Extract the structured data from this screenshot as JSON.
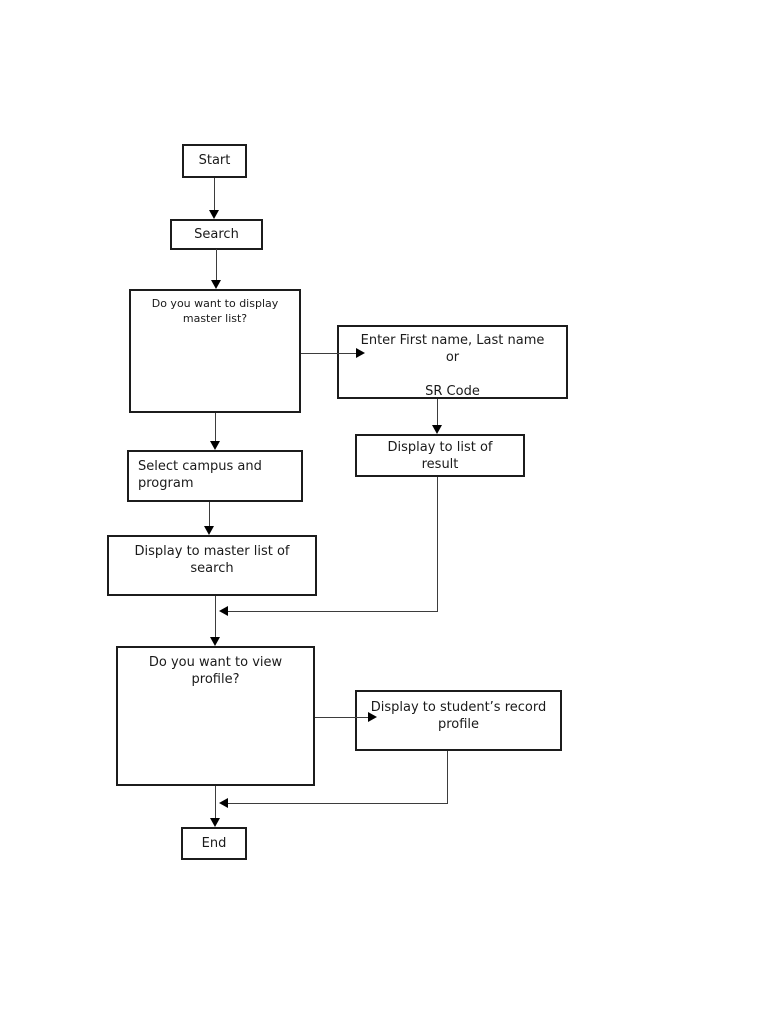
{
  "page": {
    "background_color": "#ffffff",
    "box_border_color": "#1c1c1c",
    "connector_color": "#3d3d3d",
    "text_color": "#1a1a1a"
  },
  "flowchart": {
    "nodes": {
      "start": {
        "label": "Start"
      },
      "search": {
        "label": "Search"
      },
      "master_list_decision": {
        "label": "Do you want to display\nmaster list?"
      },
      "enter_name": {
        "label": "Enter First name, Last name\nor\n\nSR Code"
      },
      "select_campus": {
        "label": "Select campus and\nprogram"
      },
      "display_list_result": {
        "label": "Display to list of\nresult"
      },
      "display_master_search": {
        "label": "Display to master list of\nsearch"
      },
      "view_profile_decision": {
        "label": "Do you want to view\nprofile?"
      },
      "student_record": {
        "label": "Display to student’s record\nprofile"
      },
      "end": {
        "label": "End"
      }
    },
    "edges": [
      {
        "from": "start",
        "to": "search"
      },
      {
        "from": "search",
        "to": "master_list_decision"
      },
      {
        "from": "master_list_decision",
        "to": "enter_name"
      },
      {
        "from": "master_list_decision",
        "to": "select_campus"
      },
      {
        "from": "enter_name",
        "to": "display_list_result"
      },
      {
        "from": "select_campus",
        "to": "display_master_search"
      },
      {
        "from": "display_master_search",
        "to": "view_profile_decision"
      },
      {
        "from": "display_list_result",
        "to": "view_profile_decision"
      },
      {
        "from": "view_profile_decision",
        "to": "student_record"
      },
      {
        "from": "view_profile_decision",
        "to": "end"
      },
      {
        "from": "student_record",
        "to": "end"
      }
    ]
  }
}
